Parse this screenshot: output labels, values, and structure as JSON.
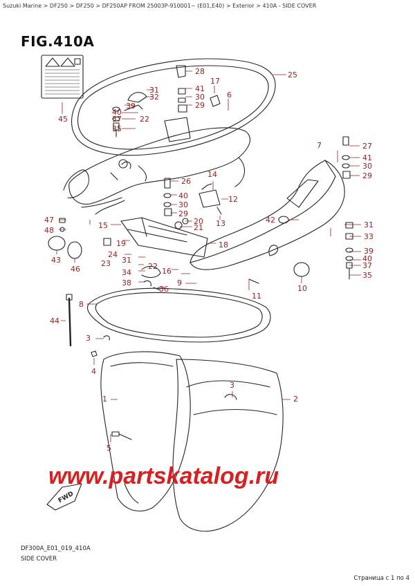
{
  "breadcrumb": {
    "items": [
      "Suzuki Marine",
      "DF250",
      "DF250",
      "DF250AP FROM 25003P-910001~ (E01,E40)",
      "Exterior",
      "410A - SIDE COVER"
    ],
    "separator": ">"
  },
  "figure": {
    "title": "FIG.410A",
    "footer_code": "DF300A_E01_019_410A",
    "footer_name": "SIDE COVER",
    "fwd_label": "FWD"
  },
  "watermark": "www.partskatalog.ru",
  "pager": "Страница с 1 по 4",
  "callouts": [
    "1",
    "2",
    "3",
    "3",
    "4",
    "5",
    "6",
    "7",
    "8",
    "9",
    "10",
    "11",
    "12",
    "13",
    "14",
    "15",
    "16",
    "17",
    "18",
    "19",
    "20",
    "21",
    "22",
    "22",
    "23",
    "24",
    "25",
    "26",
    "27",
    "28",
    "29",
    "29",
    "29",
    "30",
    "30",
    "30",
    "31",
    "31",
    "31",
    "32",
    "33",
    "34",
    "35",
    "35",
    "36",
    "37",
    "37",
    "38",
    "39",
    "39",
    "40",
    "40",
    "40",
    "41",
    "41",
    "41",
    "42",
    "43",
    "44",
    "45",
    "46",
    "47",
    "48"
  ],
  "colors": {
    "callout": "#9a1c1c",
    "watermark": "#d82020",
    "line": "#222222"
  }
}
